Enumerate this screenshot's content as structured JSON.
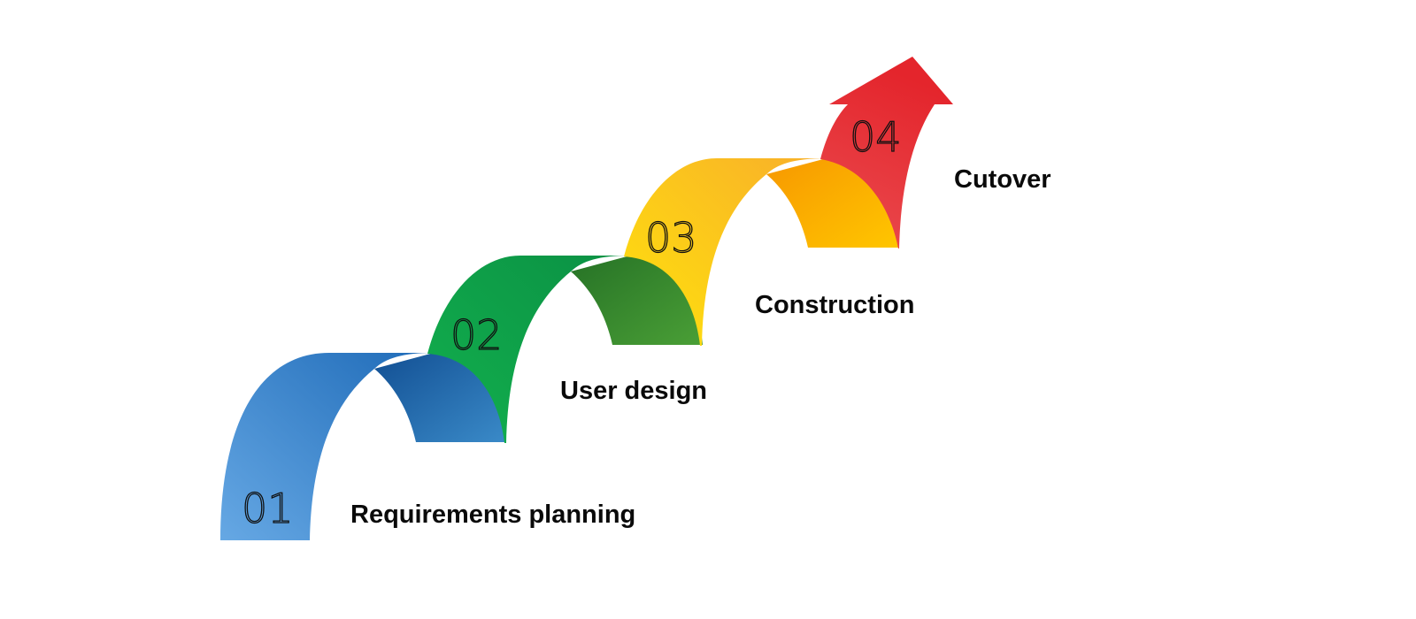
{
  "diagram": {
    "steps": [
      {
        "number": "01",
        "label": "Requirements planning",
        "color": "#2f7bc8"
      },
      {
        "number": "02",
        "label": "User design",
        "color": "#0fa24a"
      },
      {
        "number": "03",
        "label": "Construction",
        "color": "#fbc21a"
      },
      {
        "number": "04",
        "label": "Cutover",
        "color": "#e53238"
      }
    ]
  }
}
